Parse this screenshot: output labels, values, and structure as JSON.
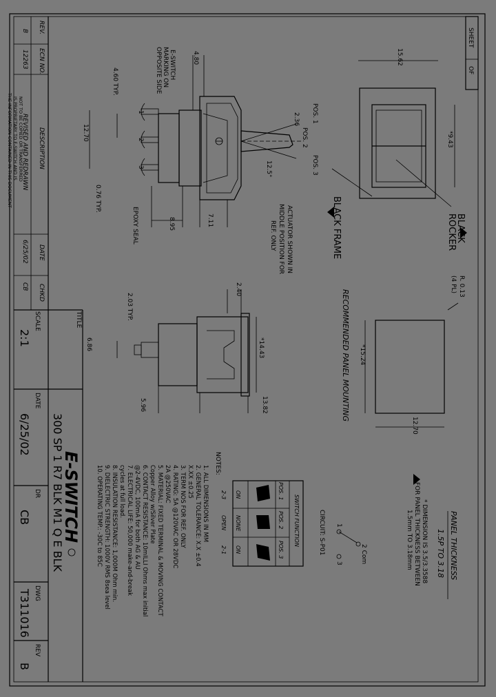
{
  "colors": {
    "background": "#7b7b7b",
    "ink": "#000000"
  },
  "title_block": {
    "sheet_label": "SHEET",
    "of_label": "OF",
    "title_label": "TITLE",
    "title": "300 SP 1 R7 BLK M1 Q E BLK",
    "scale_label": "SCALE",
    "scale": "2:1",
    "date_label": "DATE",
    "date": "6/25/02",
    "dr_label": "DR",
    "dr": "CB",
    "dwg_label": "DWG",
    "dwg": "T311016",
    "rev_label": "REV",
    "rev": "B",
    "logo_text": "E-SWITCH",
    "proprietary_note": [
      "THE INFORMATION CONTAINED IN THIS DOCUMENT",
      "IS PROPRIETARY TO E-SWITCH AND IS",
      "NOT TO BE COPIED OR TRANSFERRED"
    ]
  },
  "revision_table": {
    "headers": [
      "REV.",
      "ECN NO.",
      "DESCRIPTION",
      "DATE",
      "CHKD"
    ],
    "rows": [
      [
        "B",
        "12263",
        "REVISED AND REDRAWN",
        "6/25/02",
        "CB"
      ]
    ]
  },
  "dimensions": {
    "d15_62": "15.62",
    "d9_43": "*9.43",
    "d4_80": "4.80",
    "d4_60": "4.60 TYP.",
    "d12_70a": "12.70",
    "d0_76": "0.76 TYP.",
    "d2_36": "2.36",
    "d12_5": "12.5°",
    "d8_95": "8.95",
    "d7_11": "7.11",
    "d2_40": "2.40",
    "d2_03": "2.03 TYP.",
    "d6_86": "6.86",
    "d5_96": "5.96",
    "d13_82": "13.82",
    "d14_43": "*14.43",
    "d15_24": "*15.24",
    "d12_70b": "12.70",
    "r013": "R. 0.13",
    "r013b": "(4 PL)"
  },
  "labels": {
    "marking": [
      "E-SWITCH",
      "MARKING ON",
      "OPPOSITE SIDE"
    ],
    "pos1": "POS. 1",
    "pos2": "POS. 2",
    "pos3": "POS. 3",
    "term1": "1",
    "term2": "2",
    "term3": "3",
    "epoxy": "EPOXY SEAL",
    "actuator": [
      "ACTUATOR SHOWN IN",
      "MIDDLE POSITION FOR",
      "REF. ONLY"
    ],
    "black_frame": "BLACK FRAME",
    "black_rocker": [
      "BLACK",
      "ROCKER"
    ],
    "recommended": "RECOMMENDED PANEL MOUNTING",
    "panel_title": "PANEL THICKNESS",
    "panel_range": "1.5P TO 3.18",
    "panel_note": [
      "* DIMENSION IS 3.5/3.3588",
      "FOR PANEL THICKNESS BETWEEN",
      "1.5mm TO 3.18mm"
    ],
    "circuit": "CIRCUIT: S-P01",
    "com": "2 Com",
    "c1": "1",
    "c3": "3"
  },
  "switch_function": {
    "title": "SWITCH FUNCTION",
    "headers": [
      "POS. 1",
      "POS. 2",
      "POS. 3"
    ],
    "rows": [
      [
        "ON",
        "NONE",
        "ON"
      ],
      [
        "2-3",
        "OPEN",
        "2-1"
      ]
    ]
  },
  "notes": {
    "heading": "NOTES:",
    "lines": [
      "1. ALL DIMENSIONS IN MM",
      "2. GENERAL TOLERANCE: X.X ±0.4",
      "         X.XX  ±0.25",
      "3. TERM NOS FOR REF. ONLY",
      "4. RATING: 5A @120VAC OR 28VDC",
      "   2A @250VAC",
      "5. MATERIAL: FIXED TERMINAL & MOVING CONTACT",
      "   Copper Alloy w/Silver Plate",
      "6. CONTACT RESISTANCE: 10mILLI Ohms max initial",
      "   @2-4VDC, 100mA for both AG & AU",
      "7. ELECTRICAL LIFE: 50,000 make-and-break",
      "   cycles at full load.",
      "8. INSULATION RESISTANCE: 1,000M Ohm min.",
      "9. DIELECTRIC STRENGTH: 1000V RMS 8sea level",
      "10. OPERATING TEMP.: -30C to 85C"
    ]
  }
}
